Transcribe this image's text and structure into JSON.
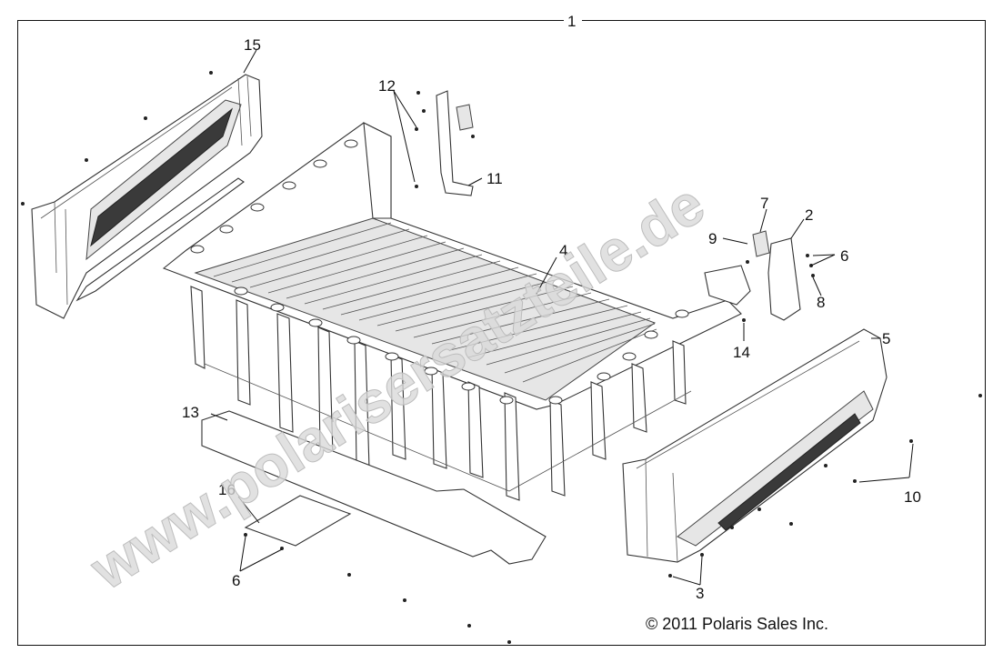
{
  "diagram": {
    "assembly_label": "1",
    "copyright": "© 2011 Polaris Sales Inc.",
    "watermark": "www.polarisersatzteile.de",
    "callouts": [
      "2",
      "3",
      "4",
      "5",
      "6",
      "6",
      "7",
      "8",
      "9",
      "10",
      "11",
      "12",
      "13",
      "14",
      "15",
      "16"
    ]
  }
}
